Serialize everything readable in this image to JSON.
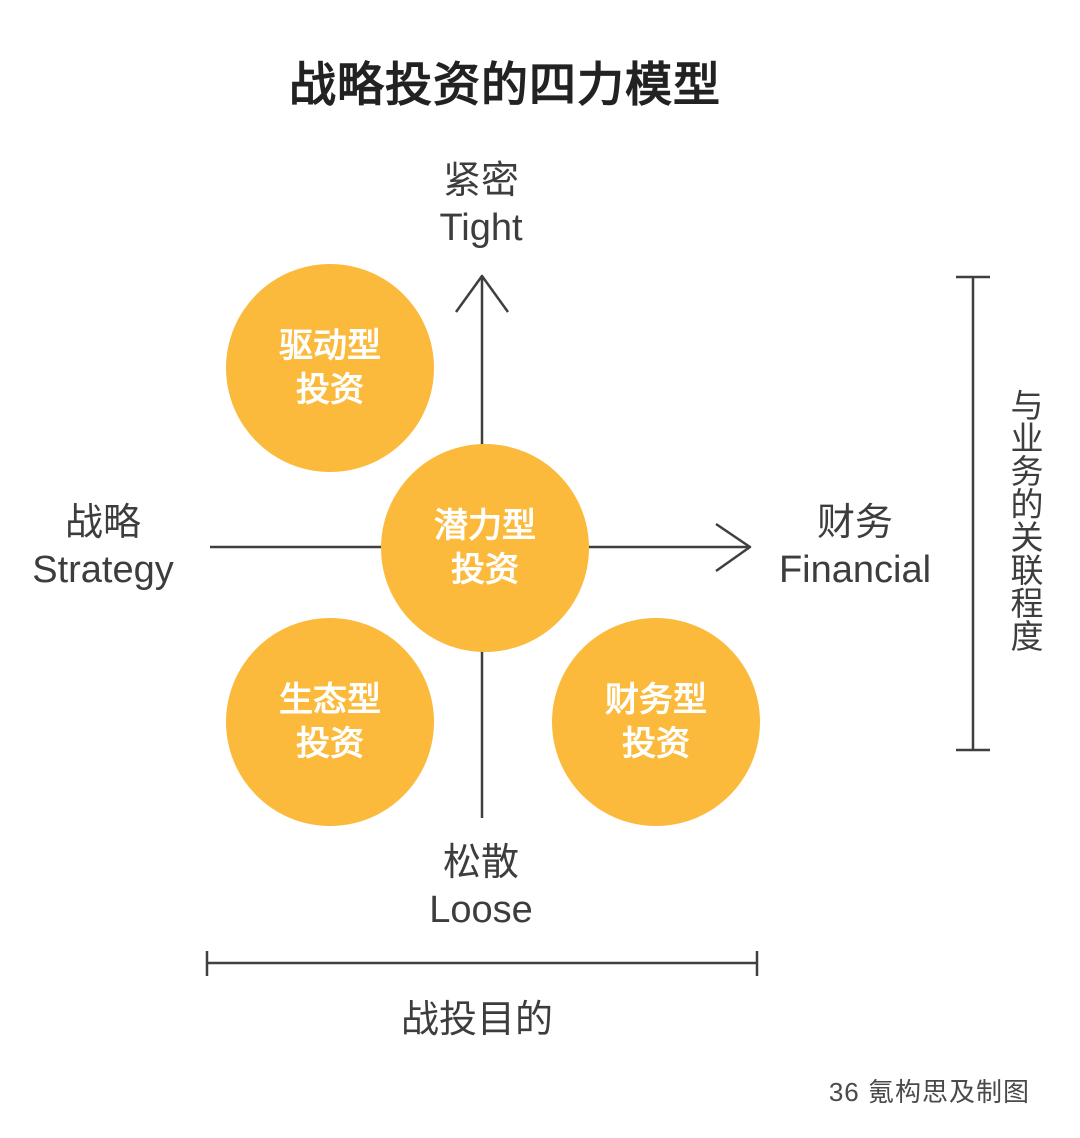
{
  "title": "战略投资的四力模型",
  "vertical_axis": {
    "top_zh": "紧密",
    "top_en": "Tight",
    "bottom_zh": "松散",
    "bottom_en": "Loose"
  },
  "horizontal_axis": {
    "left_zh": "战略",
    "left_en": "Strategy",
    "right_zh": "财务",
    "right_en": "Financial"
  },
  "circles": [
    {
      "id": "drive",
      "quadrant": "top-left",
      "line1": "驱动型",
      "line2": "投资"
    },
    {
      "id": "potential",
      "quadrant": "center",
      "line1": "潜力型",
      "line2": "投资"
    },
    {
      "id": "eco",
      "quadrant": "bottom-left",
      "line1": "生态型",
      "line2": "投资"
    },
    {
      "id": "financial",
      "quadrant": "bottom-right",
      "line1": "财务型",
      "line2": "投资"
    }
  ],
  "right_bracket_label": "与业务的关联程度",
  "bottom_bracket_label": "战投目的",
  "credit": "36 氪构思及制图",
  "colors": {
    "circle_fill": "#FBBA3C",
    "circle_text": "#FFFFFF",
    "line": "#3F3F3F",
    "label_text": "#3D3D3D",
    "title_text": "#222222"
  }
}
